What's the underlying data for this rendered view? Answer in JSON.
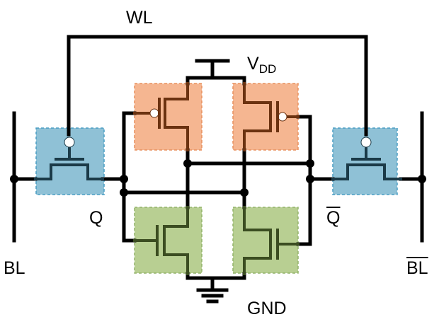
{
  "labels": {
    "wl": "WL",
    "vdd_main": "V",
    "vdd_sub": "DD",
    "gnd": "GND",
    "q": "Q",
    "q_bar": "Q",
    "bl": "BL",
    "bl_bar": "BL"
  },
  "colors": {
    "access_fill": "#8fc1d6",
    "access_border": "#4a9ec4",
    "access_stroke": "#1b3a48",
    "pmos_fill": "#f5b691",
    "pmos_border": "#e8905f",
    "pmos_stroke": "#6b3210",
    "nmos_fill": "#b8cf92",
    "nmos_border": "#92b36a",
    "nmos_stroke": "#3b4d21",
    "wire": "#000000"
  }
}
